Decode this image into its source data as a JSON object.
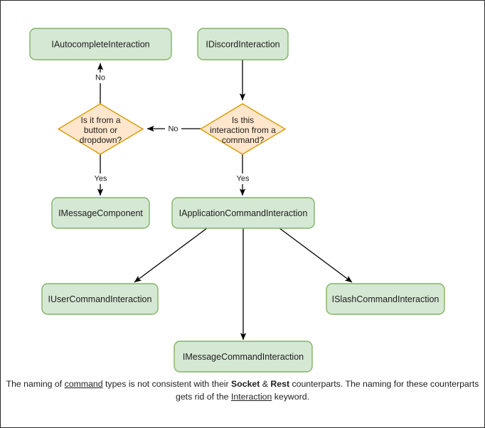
{
  "diagram": {
    "title": "Discord interaction type hierarchy flowchart",
    "colors": {
      "box_fill": "#d5e8d4",
      "box_stroke": "#82b366",
      "diamond_fill": "#ffe6cc",
      "diamond_stroke": "#d79b00",
      "edge": "#000000",
      "page_border": "#2b2b2b",
      "background": "#ffffff"
    },
    "nodes": {
      "autocomplete": {
        "label": "IAutocompleteInteraction",
        "shape": "box"
      },
      "discord": {
        "label": "IDiscordInteraction",
        "shape": "box"
      },
      "decision_button": {
        "line1": "Is it from a",
        "line2": "button or",
        "line3": "dropdown?",
        "shape": "diamond"
      },
      "decision_command": {
        "line1": "Is this",
        "line2": "interaction from a",
        "line3": "command?",
        "shape": "diamond"
      },
      "message_component": {
        "label": "IMessageComponent",
        "shape": "box"
      },
      "application_command": {
        "label": "IApplicationCommandInteraction",
        "shape": "box"
      },
      "user_command": {
        "label": "IUserCommandInteraction",
        "shape": "box"
      },
      "slash_command": {
        "label": "ISlashCommandInteraction",
        "shape": "box"
      },
      "message_command": {
        "label": "IMessageCommandInteraction",
        "shape": "box"
      }
    },
    "edge_labels": {
      "no_up": "No",
      "no_left": "No",
      "yes_left": "Yes",
      "yes_right": "Yes"
    },
    "caption": {
      "part1": "The naming of ",
      "underline1": "command",
      "part2": " types is not consistent with their ",
      "bold1": "Socket",
      "part3": " & ",
      "bold2": "Rest",
      "part4": " counterparts. The naming for these counterparts gets rid of the ",
      "underline2": "Interaction",
      "part5": " keyword."
    }
  }
}
